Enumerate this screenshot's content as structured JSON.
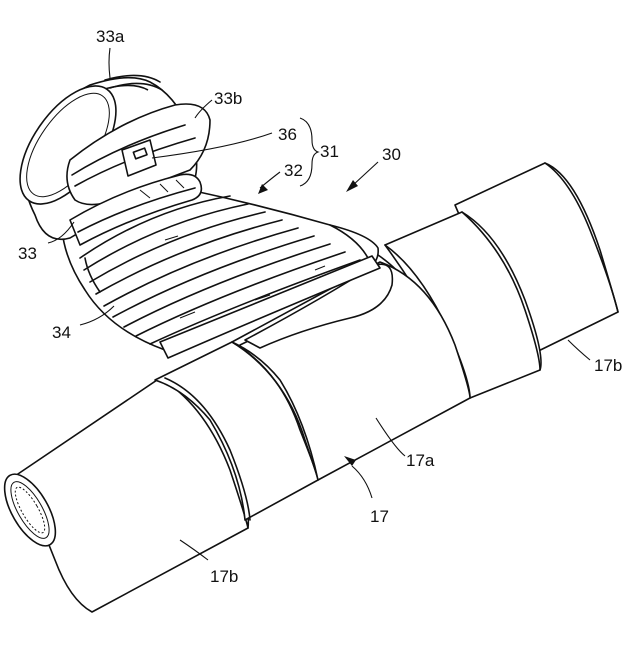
{
  "labels": {
    "l30": "30",
    "l31": "31",
    "l32": "32",
    "l33": "33",
    "l33a": "33a",
    "l33b": "33b",
    "l34": "34",
    "l36": "36",
    "l17": "17",
    "l17a": "17a",
    "l17b_right": "17b",
    "l17b_bottom": "17b"
  }
}
